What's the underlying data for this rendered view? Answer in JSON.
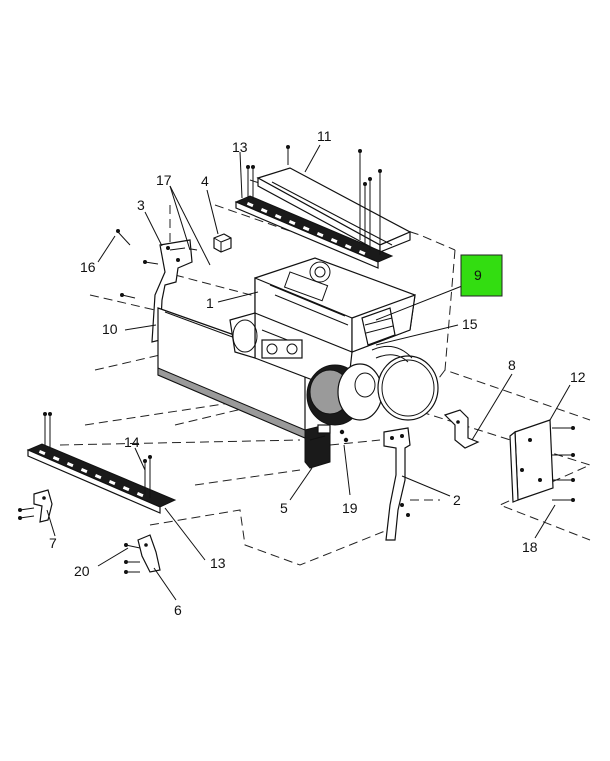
{
  "callouts": {
    "c1": "1",
    "c2": "2",
    "c3": "3",
    "c4": "4",
    "c5": "5",
    "c6": "6",
    "c7": "7",
    "c8": "8",
    "c9": "9",
    "c10": "10",
    "c11": "11",
    "c12": "12",
    "c13a": "13",
    "c13b": "13",
    "c14": "14",
    "c15": "15",
    "c16": "16",
    "c17": "17",
    "c18": "18",
    "c19": "19",
    "c20": "20"
  },
  "highlight_color": "#33dd11"
}
